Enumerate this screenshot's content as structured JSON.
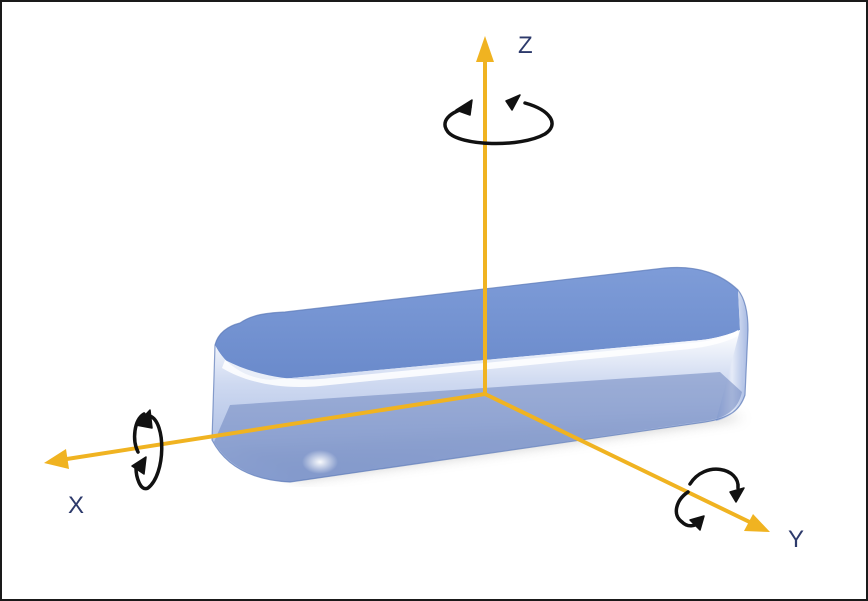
{
  "axes": {
    "x": {
      "label": "X"
    },
    "y": {
      "label": "Y"
    },
    "z": {
      "label": "Z"
    }
  },
  "colors": {
    "axis": "#f0b321",
    "body_fill": "#6f8fcf",
    "body_top": "#7b9ad6",
    "rotation_arrow": "#111111",
    "label": "#2d3a6b",
    "border": "#1a1a1a"
  },
  "icons": [
    "rotation-arrow-x-icon",
    "rotation-arrow-y-icon",
    "rotation-arrow-z-icon"
  ]
}
